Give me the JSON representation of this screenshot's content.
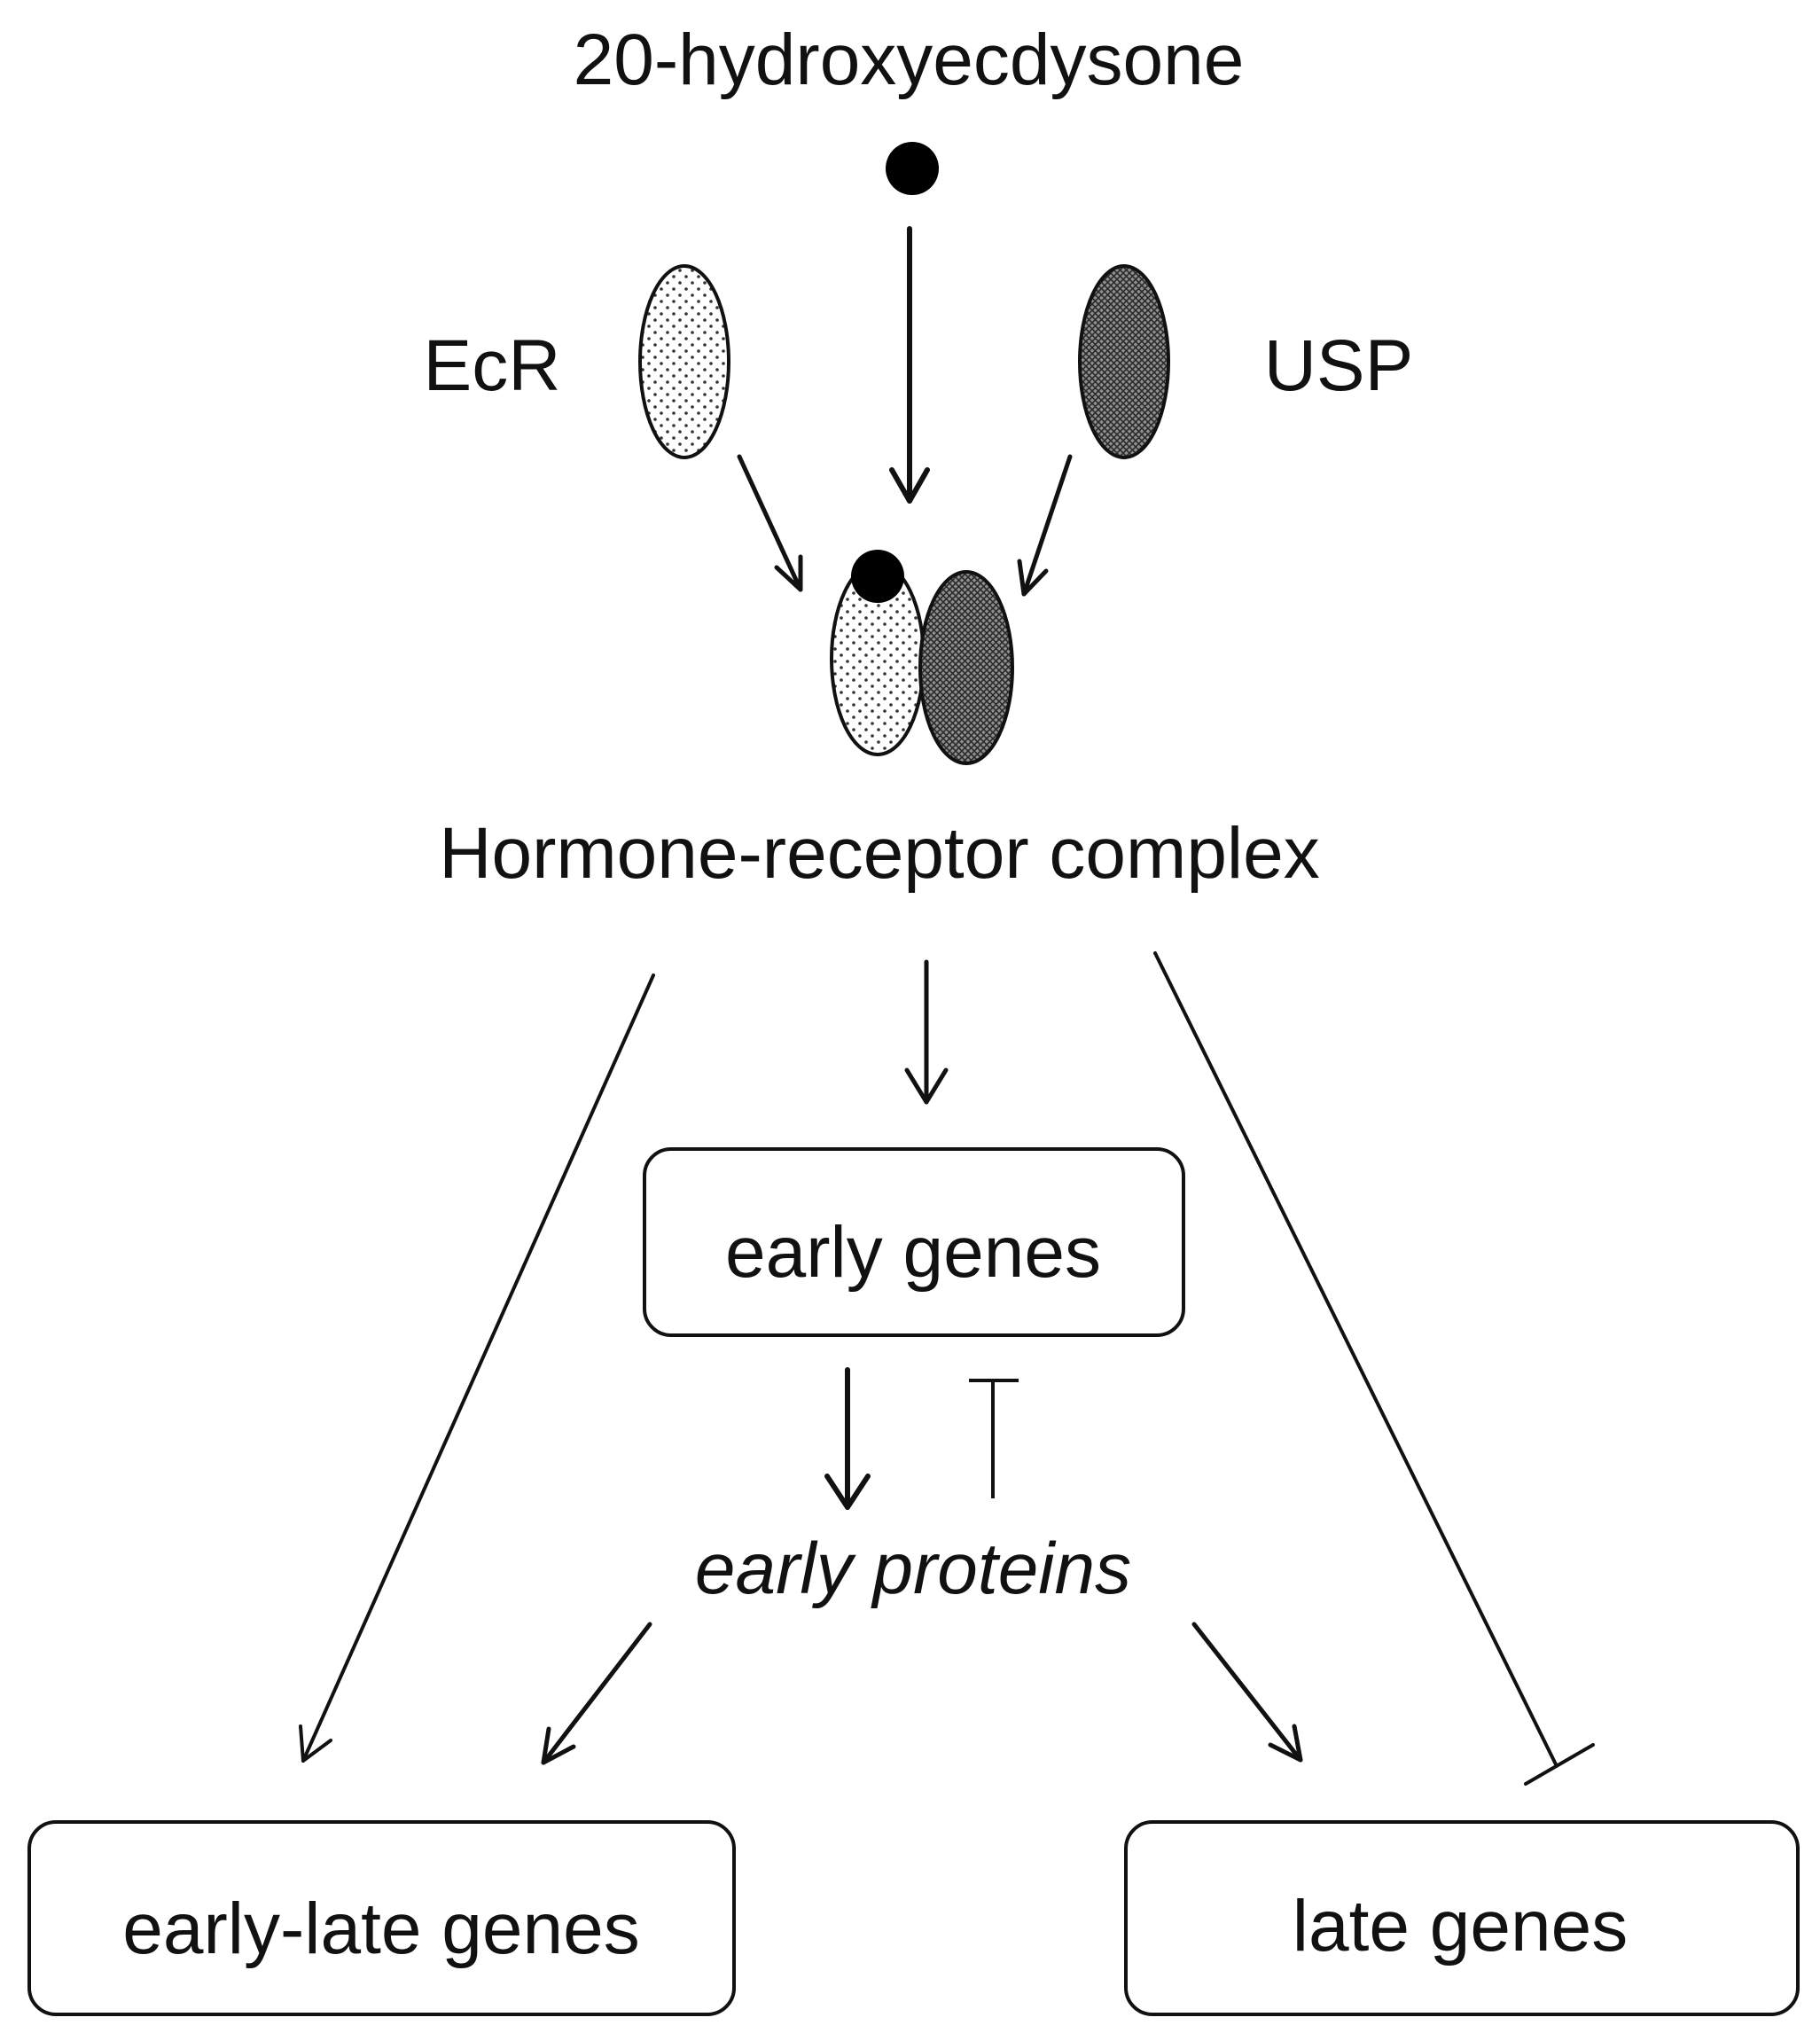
{
  "diagram": {
    "hormone": "20-hydroxyecdysone",
    "ecr": "EcR",
    "usp": "USP",
    "complex": "Hormone-receptor complex",
    "early_genes": "early genes",
    "early_proteins": "early proteins",
    "early_late_genes": "early-late genes",
    "late_genes": "late genes"
  }
}
